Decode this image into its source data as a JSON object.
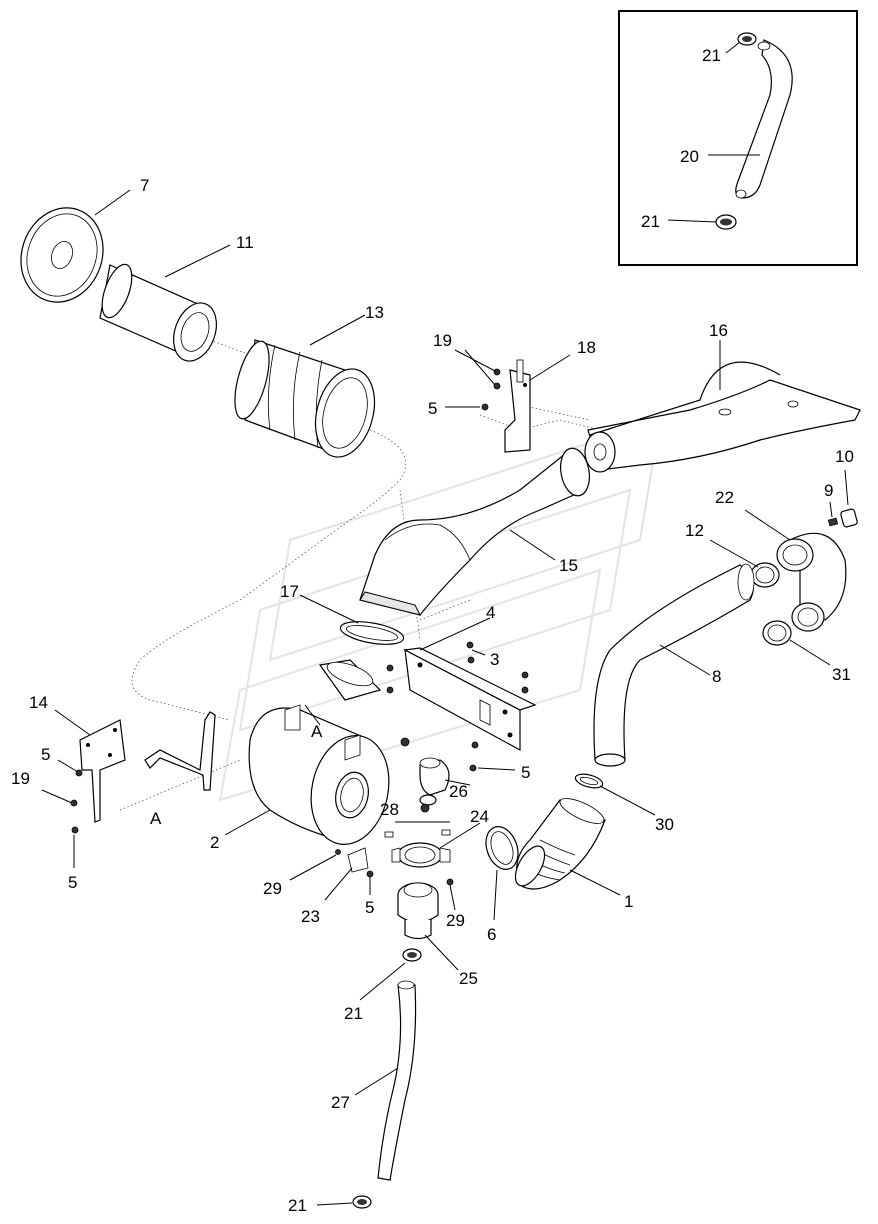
{
  "diagram": {
    "callouts": {
      "c1": "1",
      "c2": "2",
      "c3": "3",
      "c4": "4",
      "c5a": "5",
      "c5b": "5",
      "c5c": "5",
      "c5d": "5",
      "c6": "6",
      "c7": "7",
      "c8": "8",
      "c9": "9",
      "c10": "10",
      "c11": "11",
      "c12": "12",
      "c13": "13",
      "c14": "14",
      "c15": "15",
      "c16": "16",
      "c17": "17",
      "c18": "18",
      "c19a": "19",
      "c19b": "19",
      "c20": "20",
      "c21a": "21",
      "c21b": "21",
      "c21c": "21",
      "c21d": "21",
      "c22": "22",
      "c23": "23",
      "c24": "24",
      "c25": "25",
      "c26": "26",
      "c27": "27",
      "c28": "28",
      "c29a": "29",
      "c29b": "29",
      "c30": "30",
      "c31": "31"
    },
    "view_markers": {
      "a1": "A",
      "a2": "A"
    }
  }
}
